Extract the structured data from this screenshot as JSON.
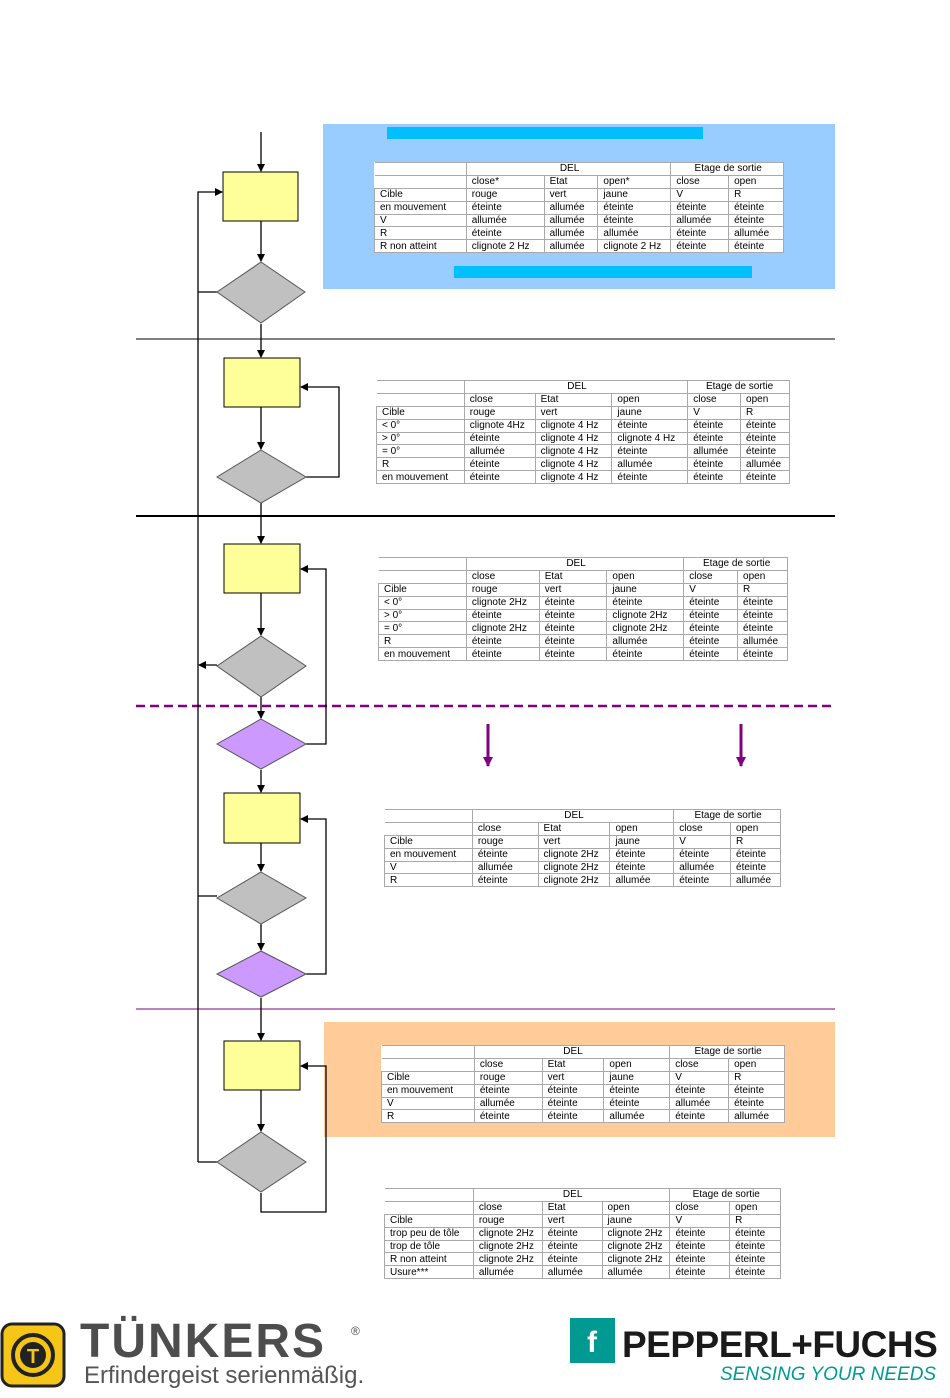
{
  "colors": {
    "panel_blue": "#99ccff",
    "panel_orange": "#ffcc99",
    "bar_cyan": "#00bfff",
    "process_yellow": "#ffff99",
    "decision_grey": "#c0c0c0",
    "decision_purple": "#cc99ff",
    "divider_purple": "#800080",
    "tunkers_icon": "#f5c518",
    "pf_green": "#009a93"
  },
  "icons": [
    "tunkers-gear-logo-icon",
    "pepperl-fuchs-pf-logo-icon"
  ],
  "tables": [
    {
      "header": {
        "del": "DEL",
        "etage": "Etage de sortie"
      },
      "sub": [
        "close*",
        "Etat",
        "open*",
        "close",
        "open"
      ],
      "rows": [
        [
          "Cible",
          "rouge",
          "vert",
          "jaune",
          "V",
          "R"
        ],
        [
          "en mouvement",
          "éteinte",
          "allumée",
          "éteinte",
          "éteinte",
          "éteinte"
        ],
        [
          "V",
          "allumée",
          "allumée",
          "éteinte",
          "allumée",
          "éteinte"
        ],
        [
          "R",
          "éteinte",
          "allumée",
          "allumée",
          "éteinte",
          "allumée"
        ],
        [
          "R non atteint",
          "clignote 2 Hz",
          "allumée",
          "clignote 2 Hz",
          "éteinte",
          "éteinte"
        ]
      ]
    },
    {
      "header": {
        "del": "DEL",
        "etage": "Etage de sortie"
      },
      "sub": [
        "close",
        "Etat",
        "open",
        "close",
        "open"
      ],
      "rows": [
        [
          "Cible",
          "rouge",
          "vert",
          "jaune",
          "V",
          "R"
        ],
        [
          "< 0°",
          "clignote 4Hz",
          "clignote 4 Hz",
          "éteinte",
          "éteinte",
          "éteinte"
        ],
        [
          "> 0°",
          "éteinte",
          "clignote 4 Hz",
          "clignote 4 Hz",
          "éteinte",
          "éteinte"
        ],
        [
          "= 0°",
          "allumée",
          "clignote 4 Hz",
          "éteinte",
          "allumée",
          "éteinte"
        ],
        [
          "R",
          "éteinte",
          "clignote 4 Hz",
          "allumée",
          "éteinte",
          "allumée"
        ],
        [
          "en mouvement",
          "éteinte",
          "clignote 4 Hz",
          "éteinte",
          "éteinte",
          "éteinte"
        ]
      ]
    },
    {
      "header": {
        "del": "DEL",
        "etage": "Etage de sortie"
      },
      "sub": [
        "close",
        "Etat",
        "open",
        "close",
        "open"
      ],
      "rows": [
        [
          "Cible",
          "rouge",
          "vert",
          "jaune",
          "V",
          "R"
        ],
        [
          "< 0°",
          "clignote 2Hz",
          "éteinte",
          "éteinte",
          "éteinte",
          "éteinte"
        ],
        [
          "> 0°",
          "éteinte",
          "éteinte",
          "clignote 2Hz",
          "éteinte",
          "éteinte"
        ],
        [
          "= 0°",
          "clignote 2Hz",
          "éteinte",
          "clignote 2Hz",
          "éteinte",
          "éteinte"
        ],
        [
          "R",
          "éteinte",
          "éteinte",
          "allumée",
          "éteinte",
          "allumée"
        ],
        [
          "en mouvement",
          "éteinte",
          "éteinte",
          "éteinte",
          "éteinte",
          "éteinte"
        ]
      ]
    },
    {
      "header": {
        "del": "DEL",
        "etage": "Etage de sortie"
      },
      "sub": [
        "close",
        "Etat",
        "open",
        "close",
        "open"
      ],
      "rows": [
        [
          "Cible",
          "rouge",
          "vert",
          "jaune",
          "V",
          "R"
        ],
        [
          "en mouvement",
          "éteinte",
          "clignote 2Hz",
          "éteinte",
          "éteinte",
          "éteinte"
        ],
        [
          "V",
          "allumée",
          "clignote 2Hz",
          "éteinte",
          "allumée",
          "éteinte"
        ],
        [
          "R",
          "éteinte",
          "clignote 2Hz",
          "allumée",
          "éteinte",
          "allumée"
        ]
      ]
    },
    {
      "header": {
        "del": "DEL",
        "etage": "Etage de sortie"
      },
      "sub": [
        "close",
        "Etat",
        "open",
        "close",
        "open"
      ],
      "rows": [
        [
          "Cible",
          "rouge",
          "vert",
          "jaune",
          "V",
          "R"
        ],
        [
          "en mouvement",
          "éteinte",
          "éteinte",
          "éteinte",
          "éteinte",
          "éteinte"
        ],
        [
          "V",
          "allumée",
          "éteinte",
          "éteinte",
          "allumée",
          "éteinte"
        ],
        [
          "R",
          "éteinte",
          "éteinte",
          "allumée",
          "éteinte",
          "allumée"
        ]
      ]
    },
    {
      "header": {
        "del": "DEL",
        "etage": "Etage de sortie"
      },
      "sub": [
        "close",
        "Etat",
        "open",
        "close",
        "open"
      ],
      "rows": [
        [
          "Cible",
          "rouge",
          "vert",
          "jaune",
          "V",
          "R"
        ],
        [
          "trop peu de tôle",
          "clignote 2Hz",
          "éteinte",
          "clignote 2Hz",
          "éteinte",
          "éteinte"
        ],
        [
          "trop de tôle",
          "clignote 2Hz",
          "éteinte",
          "clignote 2Hz",
          "éteinte",
          "éteinte"
        ],
        [
          "R non atteint",
          "clignote 2Hz",
          "éteinte",
          "clignote 2Hz",
          "éteinte",
          "éteinte"
        ],
        [
          "Usure***",
          "allumée",
          "allumée",
          "allumée",
          "éteinte",
          "éteinte"
        ]
      ]
    }
  ],
  "logos": {
    "tunkers": {
      "name": "TÜNKERS",
      "reg": "®",
      "tagline": "Erfindergeist serienmäßig."
    },
    "pepperl_fuchs": {
      "name": "PEPPERL+FUCHS",
      "tagline": "SENSING YOUR NEEDS"
    }
  }
}
